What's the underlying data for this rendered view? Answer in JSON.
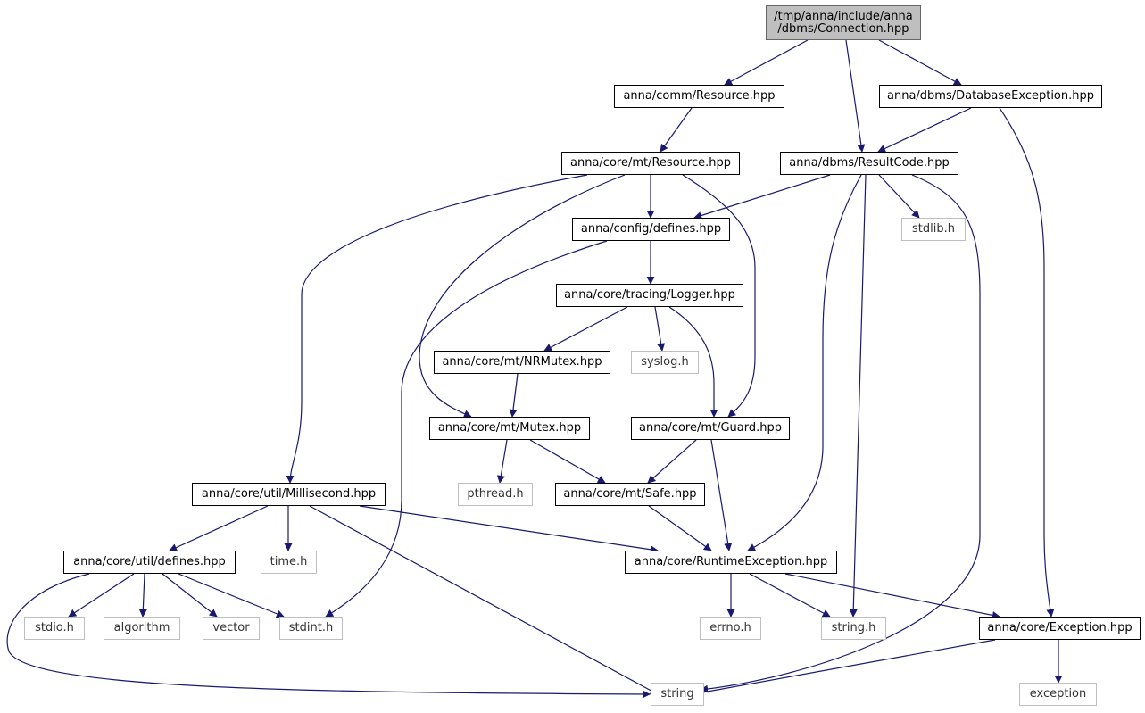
{
  "colors": {
    "edge": "#191970",
    "local_border": "#000000",
    "system_border": "#bfbfbf",
    "root_fill": "#bfbfbf"
  },
  "diagram": {
    "nodes": [
      {
        "id": "connection",
        "kind": "root",
        "lines": [
          "/tmp/anna/include/anna",
          "/dbms/Connection.hpp"
        ]
      },
      {
        "id": "comm-resource",
        "kind": "local",
        "lines": [
          "anna/comm/Resource.hpp"
        ]
      },
      {
        "id": "database-exception",
        "kind": "local",
        "lines": [
          "anna/dbms/DatabaseException.hpp"
        ]
      },
      {
        "id": "mt-resource",
        "kind": "local",
        "lines": [
          "anna/core/mt/Resource.hpp"
        ]
      },
      {
        "id": "result-code",
        "kind": "local",
        "lines": [
          "anna/dbms/ResultCode.hpp"
        ]
      },
      {
        "id": "config-defines",
        "kind": "local",
        "lines": [
          "anna/config/defines.hpp"
        ]
      },
      {
        "id": "stdlib-h",
        "kind": "system",
        "lines": [
          "stdlib.h"
        ]
      },
      {
        "id": "logger",
        "kind": "local",
        "lines": [
          "anna/core/tracing/Logger.hpp"
        ]
      },
      {
        "id": "nrmutex",
        "kind": "local",
        "lines": [
          "anna/core/mt/NRMutex.hpp"
        ]
      },
      {
        "id": "syslog-h",
        "kind": "system",
        "lines": [
          "syslog.h"
        ]
      },
      {
        "id": "mutex",
        "kind": "local",
        "lines": [
          "anna/core/mt/Mutex.hpp"
        ]
      },
      {
        "id": "guard",
        "kind": "local",
        "lines": [
          "anna/core/mt/Guard.hpp"
        ]
      },
      {
        "id": "millisecond",
        "kind": "local",
        "lines": [
          "anna/core/util/Millisecond.hpp"
        ]
      },
      {
        "id": "pthread-h",
        "kind": "system",
        "lines": [
          "pthread.h"
        ]
      },
      {
        "id": "safe",
        "kind": "local",
        "lines": [
          "anna/core/mt/Safe.hpp"
        ]
      },
      {
        "id": "util-defines",
        "kind": "local",
        "lines": [
          "anna/core/util/defines.hpp"
        ]
      },
      {
        "id": "time-h",
        "kind": "system",
        "lines": [
          "time.h"
        ]
      },
      {
        "id": "runtime-exception",
        "kind": "local",
        "lines": [
          "anna/core/RuntimeException.hpp"
        ]
      },
      {
        "id": "stdio-h",
        "kind": "system",
        "lines": [
          "stdio.h"
        ]
      },
      {
        "id": "algorithm",
        "kind": "system",
        "lines": [
          "algorithm"
        ]
      },
      {
        "id": "vector",
        "kind": "system",
        "lines": [
          "vector"
        ]
      },
      {
        "id": "stdint-h",
        "kind": "system",
        "lines": [
          "stdint.h"
        ]
      },
      {
        "id": "errno-h",
        "kind": "system",
        "lines": [
          "errno.h"
        ]
      },
      {
        "id": "string-h",
        "kind": "system",
        "lines": [
          "string.h"
        ]
      },
      {
        "id": "core-exception",
        "kind": "local",
        "lines": [
          "anna/core/Exception.hpp"
        ]
      },
      {
        "id": "string",
        "kind": "system",
        "lines": [
          "string"
        ]
      },
      {
        "id": "exception",
        "kind": "system",
        "lines": [
          "exception"
        ]
      }
    ],
    "edges": [
      {
        "from": "connection",
        "to": "comm-resource"
      },
      {
        "from": "connection",
        "to": "result-code"
      },
      {
        "from": "connection",
        "to": "database-exception"
      },
      {
        "from": "comm-resource",
        "to": "mt-resource"
      },
      {
        "from": "database-exception",
        "to": "result-code"
      },
      {
        "from": "database-exception",
        "to": "core-exception"
      },
      {
        "from": "mt-resource",
        "to": "millisecond"
      },
      {
        "from": "mt-resource",
        "to": "mutex"
      },
      {
        "from": "mt-resource",
        "to": "config-defines"
      },
      {
        "from": "mt-resource",
        "to": "guard"
      },
      {
        "from": "result-code",
        "to": "config-defines"
      },
      {
        "from": "result-code",
        "to": "runtime-exception"
      },
      {
        "from": "result-code",
        "to": "string-h"
      },
      {
        "from": "result-code",
        "to": "stdlib-h"
      },
      {
        "from": "result-code",
        "to": "string"
      },
      {
        "from": "config-defines",
        "to": "logger"
      },
      {
        "from": "config-defines",
        "to": "stdint-h"
      },
      {
        "from": "logger",
        "to": "nrmutex"
      },
      {
        "from": "logger",
        "to": "syslog-h"
      },
      {
        "from": "logger",
        "to": "guard"
      },
      {
        "from": "nrmutex",
        "to": "mutex"
      },
      {
        "from": "mutex",
        "to": "pthread-h"
      },
      {
        "from": "mutex",
        "to": "safe"
      },
      {
        "from": "guard",
        "to": "safe"
      },
      {
        "from": "guard",
        "to": "runtime-exception"
      },
      {
        "from": "safe",
        "to": "runtime-exception"
      },
      {
        "from": "millisecond",
        "to": "util-defines"
      },
      {
        "from": "millisecond",
        "to": "time-h"
      },
      {
        "from": "millisecond",
        "to": "runtime-exception"
      },
      {
        "from": "millisecond",
        "to": "string"
      },
      {
        "from": "util-defines",
        "to": "stdio-h"
      },
      {
        "from": "util-defines",
        "to": "algorithm"
      },
      {
        "from": "util-defines",
        "to": "vector"
      },
      {
        "from": "util-defines",
        "to": "stdint-h"
      },
      {
        "from": "util-defines",
        "to": "string"
      },
      {
        "from": "runtime-exception",
        "to": "errno-h"
      },
      {
        "from": "runtime-exception",
        "to": "string-h"
      },
      {
        "from": "runtime-exception",
        "to": "core-exception"
      },
      {
        "from": "core-exception",
        "to": "exception"
      },
      {
        "from": "core-exception",
        "to": "string"
      }
    ]
  }
}
